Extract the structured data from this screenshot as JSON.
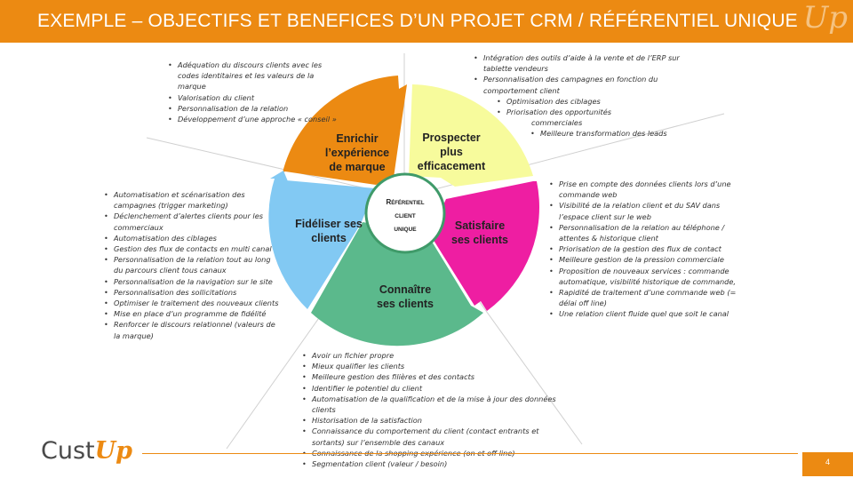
{
  "title": "EXEMPLE – OBJECTIFS ET BENEFICES D’UN PROJET CRM / RÉFÉRENTIEL UNIQUE",
  "header_logo": "Up",
  "colors": {
    "header": "#ec8a12",
    "enrichir": "#ec8a12",
    "prospecter": "#f7fb9c",
    "satisfaire": "#ee1ea2",
    "connaitre": "#5bb98c",
    "fideliser": "#82c9f3"
  },
  "center": {
    "line1": "Référentiel",
    "line2": "client",
    "line3": "unique"
  },
  "segments": {
    "enrichir": {
      "lines": [
        "Enrichir",
        "l’expérience",
        "de marque"
      ]
    },
    "prospecter": {
      "lines": [
        "Prospecter",
        "plus",
        "efficacement"
      ]
    },
    "satisfaire": {
      "lines": [
        "Satisfaire",
        "ses clients"
      ]
    },
    "connaitre": {
      "lines": [
        "Connaître",
        "ses clients"
      ]
    },
    "fideliser": {
      "lines": [
        "Fidéliser ses",
        "clients"
      ]
    }
  },
  "lists": {
    "enrichir": [
      "Adéquation du discours clients avec les codes identitaires et les valeurs de la marque",
      "Valorisation du client",
      "Personnalisation de la relation",
      "Développement d’une approche « conseil »"
    ],
    "prospecter": [
      "Intégration des outils d’aide à la vente et de l’ERP sur tablette vendeurs",
      "Personnalisation des campagnes en fonction du comportement client",
      "Optimisation des ciblages",
      "Priorisation des opportunités",
      "commerciales",
      "Meilleure transformation des leads"
    ],
    "satisfaire": [
      "Prise en compte des données clients lors d’une commande web",
      "Visibilité de la relation client et du SAV dans l’espace client sur le web",
      "Personnalisation de la relation au téléphone / attentes & historique client",
      "Priorisation de la gestion des flux de contact",
      "Meilleure gestion de la pression commerciale",
      "Proposition de nouveaux services : commande automatique, visibilité historique de commande,",
      "Rapidité de traitement d’une commande web (= délai off line)",
      "Une relation client fluide quel que soit le canal"
    ],
    "fideliser": [
      "Automatisation et scénarisation des campagnes (trigger marketing)",
      "Déclenchement d’alertes clients pour les commerciaux",
      "Automatisation des ciblages",
      "Gestion des flux de contacts en multi canal",
      "Personnalisation de la relation tout au long du parcours client tous canaux",
      "Personnalisation de la navigation sur le site",
      "Personnalisation des sollicitations",
      "Optimiser le traitement des nouveaux clients",
      "Mise en place d’un programme de fidélité",
      "Renforcer le discours relationnel (valeurs de la marque)"
    ],
    "connaitre": [
      "Avoir un fichier propre",
      "Mieux qualifier les clients",
      "Meilleure gestion des filières et des contacts",
      "Identifier le potentiel du client",
      "Automatisation de la qualification et de la mise à jour des données clients",
      "Historisation de la satisfaction",
      "Connaissance du comportement du client (contact entrants et sortants) sur l’ensemble des canaux",
      "Connaissance de la shopping expérience (on et off line)",
      "Segmentation client (valeur / besoin)"
    ]
  },
  "footer": {
    "logo_left": "Cust",
    "logo_right": "Up",
    "page": "4"
  }
}
